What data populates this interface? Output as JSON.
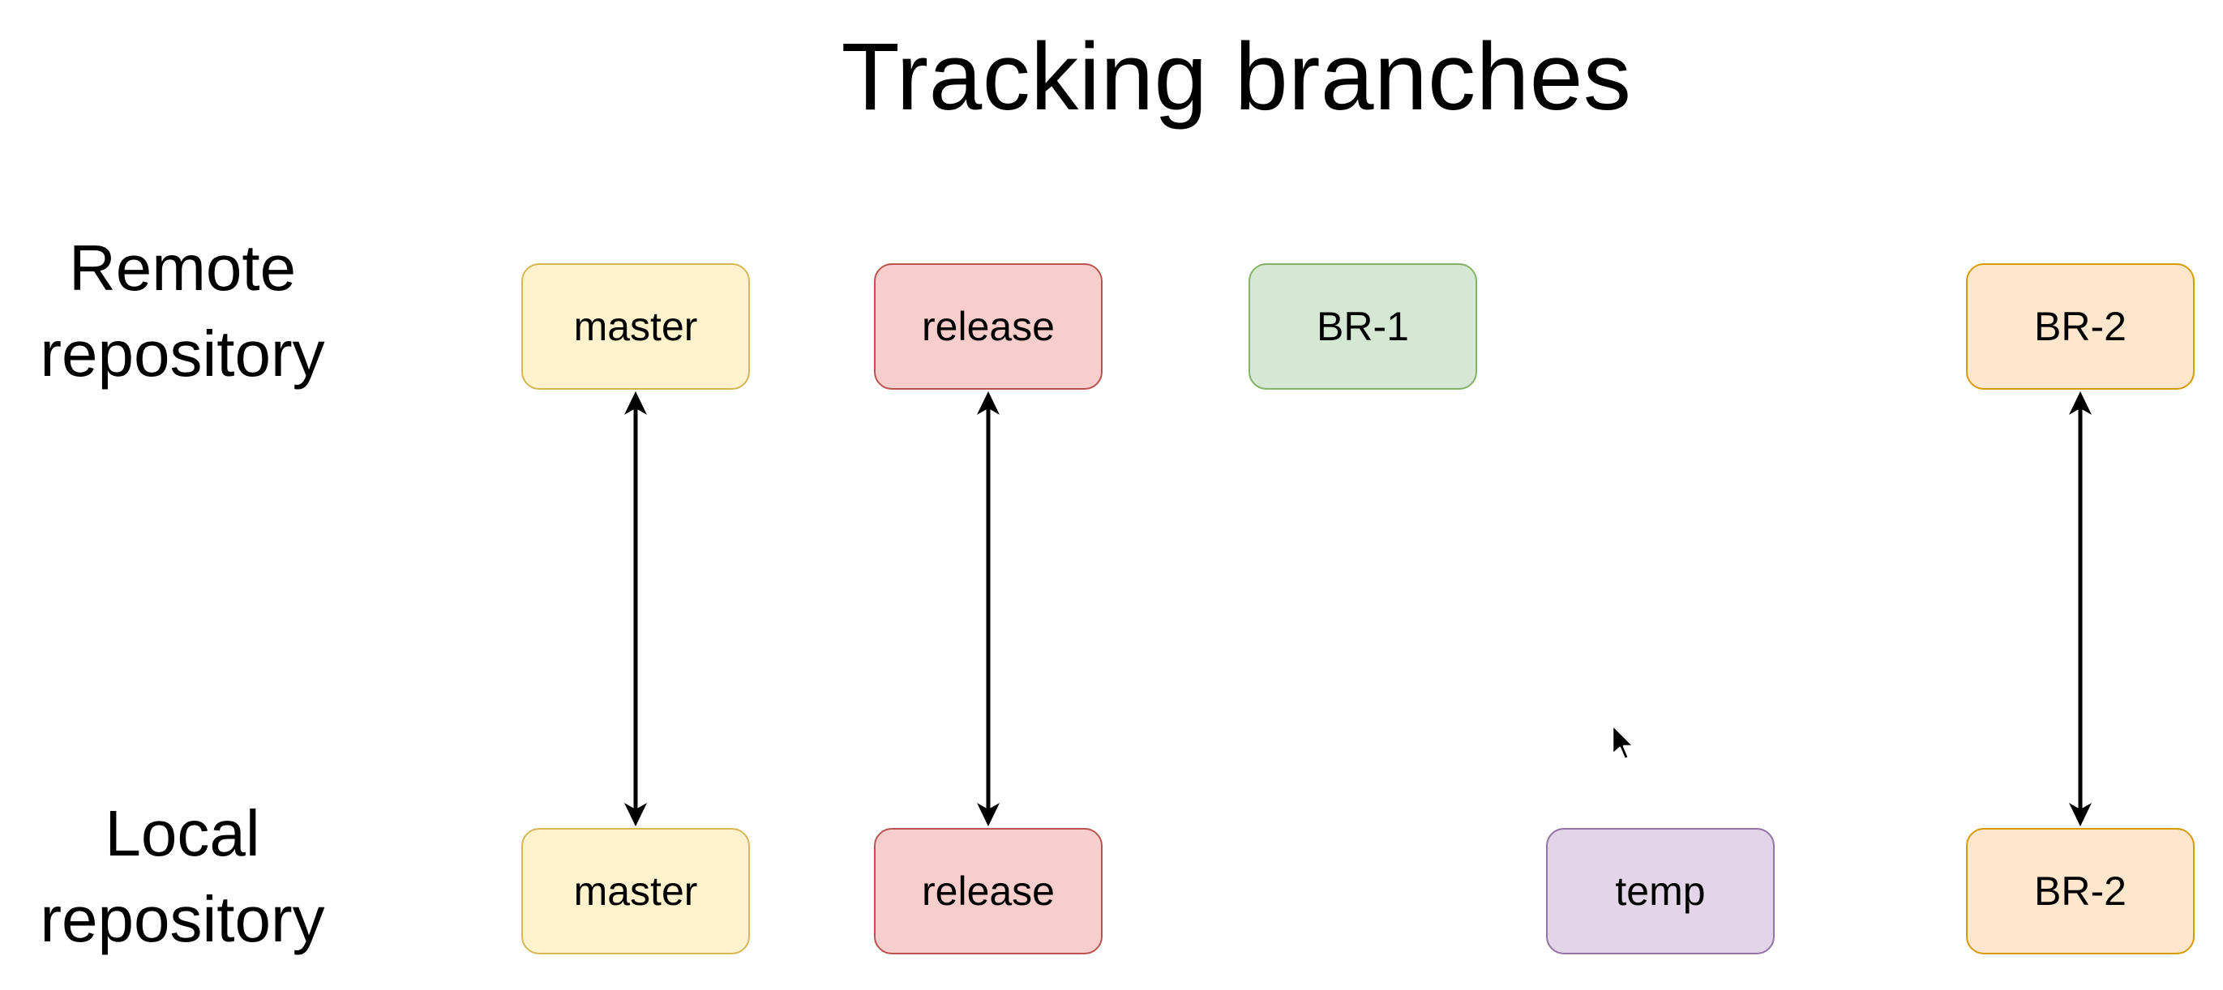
{
  "title": "Tracking branches",
  "side_labels": {
    "remote": [
      "Remote",
      "repository"
    ],
    "local": [
      "Local",
      "repository"
    ]
  },
  "remote_branches": {
    "master": "master",
    "release": "release",
    "br1": "BR-1",
    "br2": "BR-2"
  },
  "local_branches": {
    "master": "master",
    "release": "release",
    "temp": "temp",
    "br2": "BR-2"
  },
  "tracking_links": [
    [
      "remote.master",
      "local.master"
    ],
    [
      "remote.release",
      "local.release"
    ],
    [
      "remote.br2",
      "local.br2"
    ]
  ],
  "colors": {
    "yellow_fill": "#fff2cc",
    "yellow_stroke": "#d6b656",
    "red_fill": "#f8cecc",
    "red_stroke": "#b85450",
    "green_fill": "#d5e8d4",
    "green_stroke": "#82b366",
    "orange_fill": "#ffe6cc",
    "orange_stroke": "#d79b00",
    "purple_fill": "#e1d5e7",
    "purple_stroke": "#9673a6",
    "arrow": "#000000"
  },
  "icons": {
    "cursor": "mouse-pointer-icon"
  }
}
